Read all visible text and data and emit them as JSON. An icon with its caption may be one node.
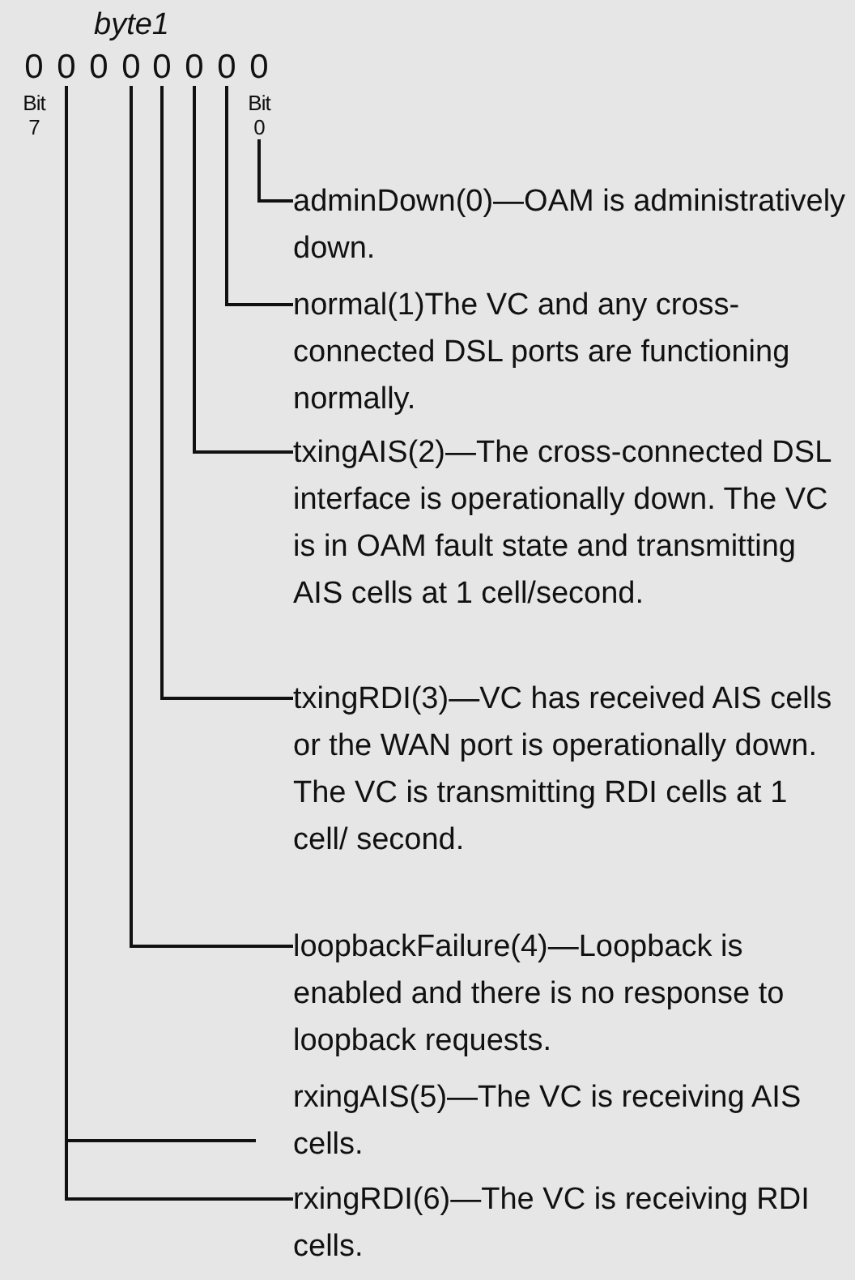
{
  "diagram": {
    "nodes": [
      {
        "text": [
          "0"
        ],
        "beside": [
          "Bit 7"
        ]
      },
      {
        "text": [
          "0"
        ]
      },
      {
        "text": [
          "0"
        ]
      },
      {
        "text": [
          "0"
        ]
      },
      {
        "text": [
          "0"
        ]
      },
      {
        "text": [
          "0"
        ]
      },
      {
        "text": [
          "0"
        ]
      },
      {
        "text": [
          "0"
        ],
        "beside": [
          "Bit 0"
        ]
      },
      {
        "text": [
          "adminDown(0)—OAM is administratively down."
        ]
      },
      {
        "text": [
          "normal(1)The VC and any cross-connected DSL ports are functioning normally."
        ]
      },
      {
        "text": [
          "txingAIS(2)—The cross-connected DSL interface is operationally down. The VC is in OAM fault state and transmitting AIS cells at 1 cell/second."
        ]
      },
      {
        "text": [
          "txingRDI(3)—VC has received AIS cells or the WAN port is operationally down. The VC is transmitting RDI cells at 1 cell/ second."
        ]
      },
      {
        "text": [
          "loopbackFailure(4)—Loopback is enabled and there is no response to loopback requests."
        ]
      },
      {
        "text": [
          "rxingAIS(5)—The VC is receiving AIS cells."
        ]
      },
      {
        "text": [
          "rxingRDI(6)—The VC is receiving RDI cells."
        ]
      }
    ],
    "edges": [
      {
        "from": 7,
        "to": 8,
        "arrow": "none"
      },
      {
        "from": 6,
        "to": 9,
        "arrow": "none"
      },
      {
        "from": 5,
        "to": 10,
        "arrow": "none"
      },
      {
        "from": 4,
        "to": 11,
        "arrow": "none"
      },
      {
        "from": 3,
        "to": 12,
        "arrow": "none"
      },
      {
        "from": 1,
        "to": 13,
        "arrow": "none"
      },
      {
        "from": 1,
        "to": 14,
        "arrow": "none"
      }
    ],
    "labels": [
      "byte1"
    ]
  }
}
